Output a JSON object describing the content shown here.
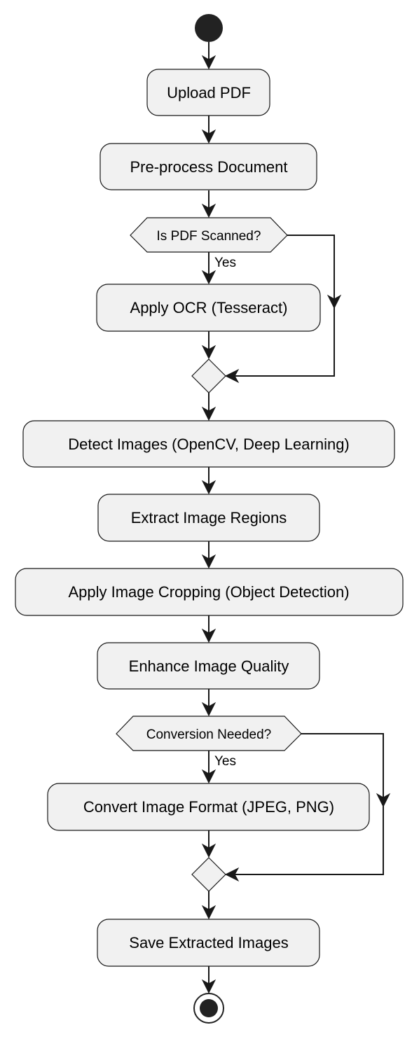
{
  "activities": [
    {
      "id": "upload",
      "label": "Upload PDF"
    },
    {
      "id": "preprocess",
      "label": "Pre-process Document"
    },
    {
      "id": "ocr",
      "label": "Apply OCR (Tesseract)"
    },
    {
      "id": "detect",
      "label": "Detect Images (OpenCV, Deep Learning)"
    },
    {
      "id": "extract",
      "label": "Extract Image Regions"
    },
    {
      "id": "crop",
      "label": "Apply Image Cropping (Object Detection)"
    },
    {
      "id": "enhance",
      "label": "Enhance Image Quality"
    },
    {
      "id": "convert",
      "label": "Convert Image Format (JPEG, PNG)"
    },
    {
      "id": "save",
      "label": "Save Extracted Images"
    }
  ],
  "decisions": [
    {
      "id": "scanned",
      "label": "Is PDF Scanned?",
      "yes_label": "Yes"
    },
    {
      "id": "conversion",
      "label": "Conversion Needed?",
      "yes_label": "Yes"
    }
  ],
  "colors": {
    "node_fill": "#f1f1f1",
    "stroke": "#181818",
    "start_end": "#222222"
  }
}
